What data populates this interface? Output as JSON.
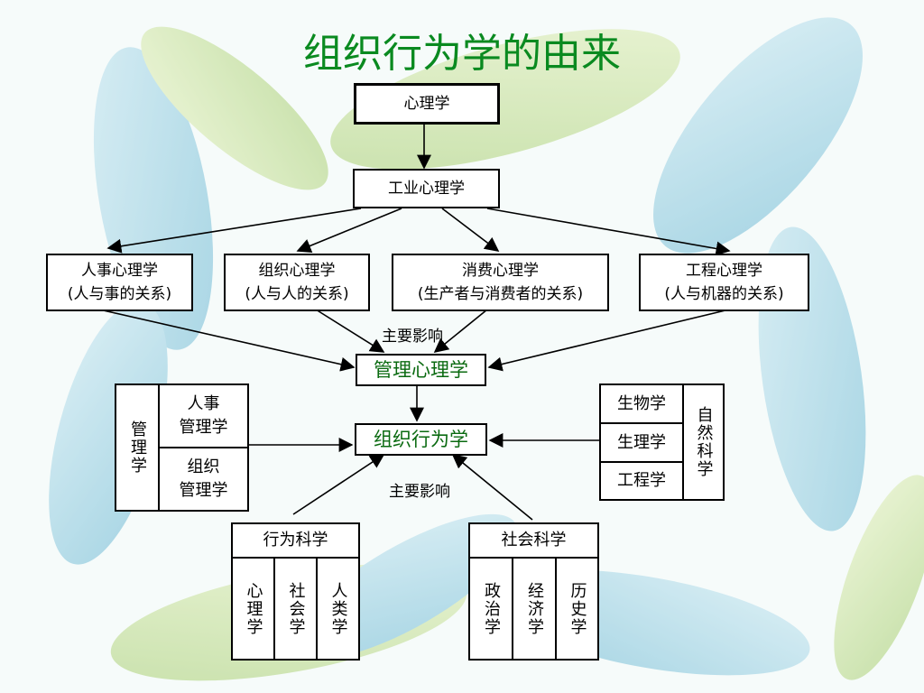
{
  "title": "组织行为学的由来",
  "nodes": {
    "psychology": "心理学",
    "industrial_psych": "工业心理学",
    "personnel_psych": {
      "line1": "人事心理学",
      "line2": "(人与事的关系)"
    },
    "org_psych": {
      "line1": "组织心理学",
      "line2": "(人与人的关系)"
    },
    "consumer_psych": {
      "line1": "消费心理学",
      "line2": "(生产者与消费者的关系)"
    },
    "engineering_psych": {
      "line1": "工程心理学",
      "line2": "(人与机器的关系)"
    },
    "management_psych": "管理心理学",
    "org_behavior": "组织行为学"
  },
  "labels": {
    "main_influence_top": "主要影响",
    "main_influence_bottom": "主要影响"
  },
  "management_group": {
    "header": "管理学",
    "items": [
      {
        "line1": "人事",
        "line2": "管理学"
      },
      {
        "line1": "组织",
        "line2": "管理学"
      }
    ]
  },
  "natural_science_group": {
    "header": "自然科学",
    "items": [
      "生物学",
      "生理学",
      "工程学"
    ]
  },
  "behavioral_science_group": {
    "header": "行为科学",
    "items": [
      "心理学",
      "社会学",
      "人类学"
    ]
  },
  "social_science_group": {
    "header": "社会科学",
    "items": [
      "政治学",
      "经济学",
      "历史学"
    ]
  },
  "colors": {
    "title": "#0a8a20",
    "node_green_text": "#0a6a10",
    "border": "#000000",
    "background": "#f4faf8",
    "leaf": "#a8d8e6"
  }
}
